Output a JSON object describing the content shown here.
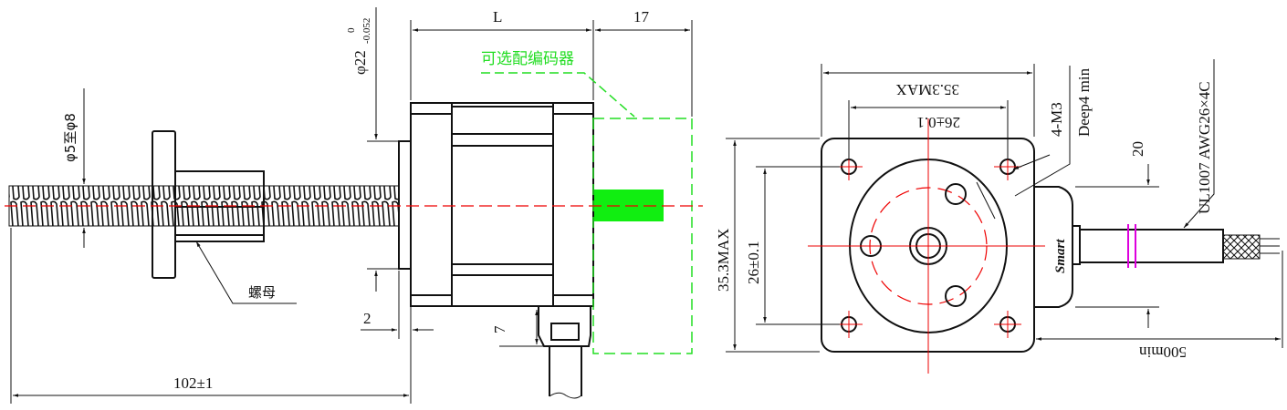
{
  "labels": {
    "screw_dia": "φ5至φ8",
    "nut": "螺母",
    "total_length": "102±1",
    "flange_dia": "φ22",
    "flange_tol_upper": "0",
    "flange_tol_lower": "-0.052",
    "flange_thickness": "2",
    "body_length": "L",
    "encoder_length": "17",
    "encoder_note": "可选配编码器",
    "connector_height": "7",
    "width_max": "35.3MAX",
    "hole_spacing": "26±0.1",
    "height_max": "35.3MAX",
    "hole_spacing_v": "26±0.1",
    "thread_spec": "4-M3",
    "thread_depth": "Deep4 min",
    "connector_width": "20",
    "cable_spec": "UL1007 AWG26×4C",
    "cable_length": "500min",
    "brand": "Smart"
  },
  "colors": {
    "centerline": "#ee0000",
    "encoder": "#22dd22",
    "marker": "#dd00dd"
  }
}
